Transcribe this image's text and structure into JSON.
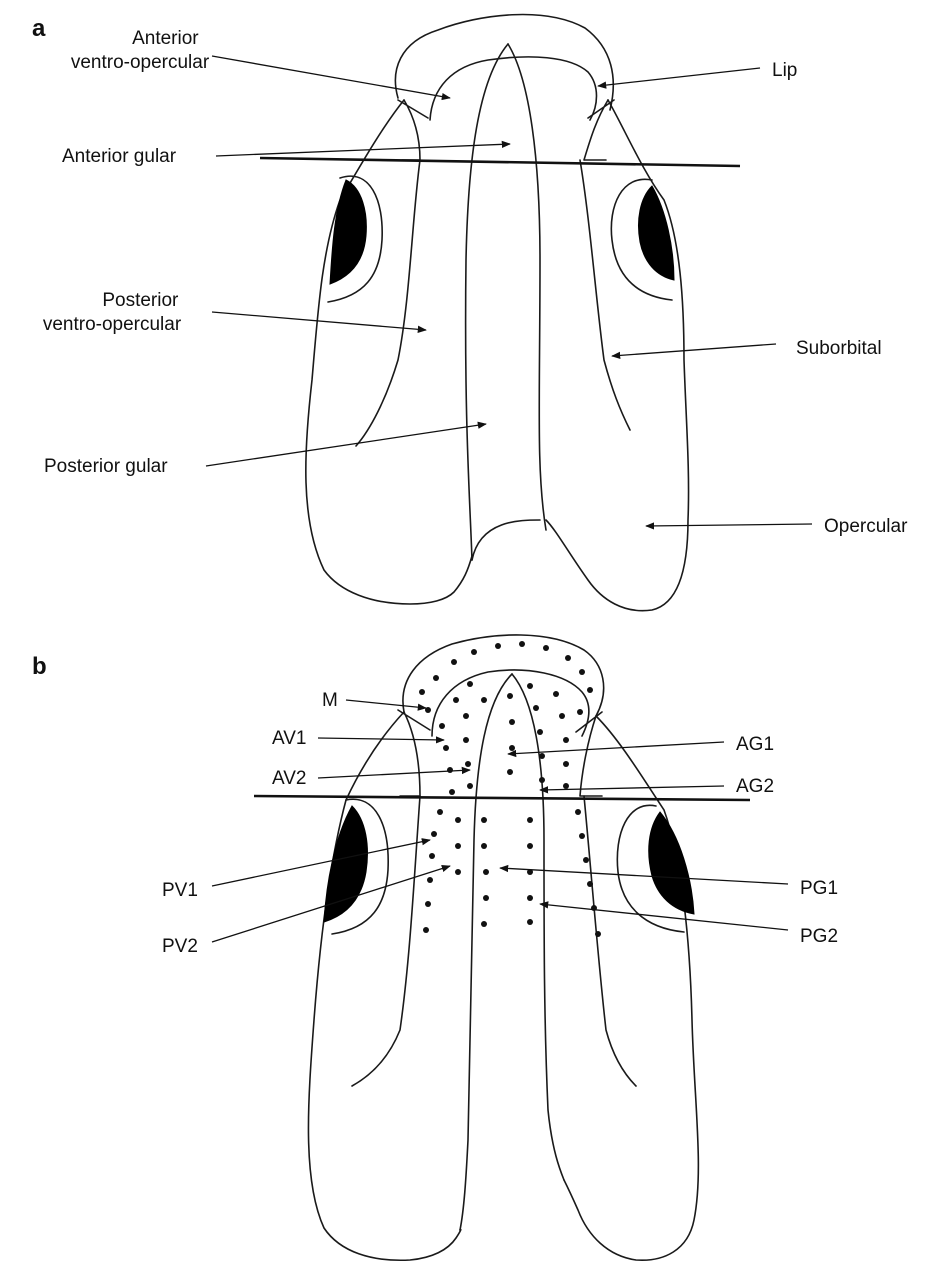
{
  "panel_a": {
    "letter": "a",
    "labels": {
      "anterior_ventro_opercular": [
        "Anterior",
        "ventro-opercular"
      ],
      "lip": "Lip",
      "anterior_gular": "Anterior gular",
      "posterior_ventro_opercular": [
        "Posterior",
        "ventro-opercular"
      ],
      "suborbital": "Suborbital",
      "posterior_gular": "Posterior gular",
      "opercular": "Opercular"
    }
  },
  "panel_b": {
    "letter": "b",
    "labels": {
      "m": "M",
      "av1": "AV1",
      "av2": "AV2",
      "ag1": "AG1",
      "ag2": "AG2",
      "pv1": "PV1",
      "pv2": "PV2",
      "pg1": "PG1",
      "pg2": "PG2"
    }
  },
  "colors": {
    "ink": "#111111",
    "background": "#ffffff"
  }
}
